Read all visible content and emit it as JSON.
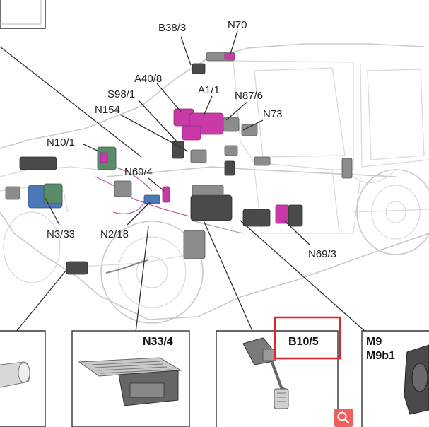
{
  "labels": {
    "b38_3": "B38/3",
    "n70": "N70",
    "a40_8": "A40/8",
    "a1_1": "A1/1",
    "s98_1": "S98/1",
    "n87_6": "N87/6",
    "n154": "N154",
    "n73": "N73",
    "n10_1": "N10/1",
    "n69_4": "N69/4",
    "n3_33": "N3/33",
    "n2_18": "N2/18",
    "n69_3": "N69/3"
  },
  "panels": {
    "n33_4": "N33/4",
    "b10_5": "B10/5",
    "m9": "M9",
    "m9b1": "M9b1"
  },
  "icons": {
    "zoom": "magnifier-icon"
  },
  "colors": {
    "component_highlight": "#c93aa8",
    "selection_box": "#e0262e",
    "zoom_button": "#f0605a"
  }
}
